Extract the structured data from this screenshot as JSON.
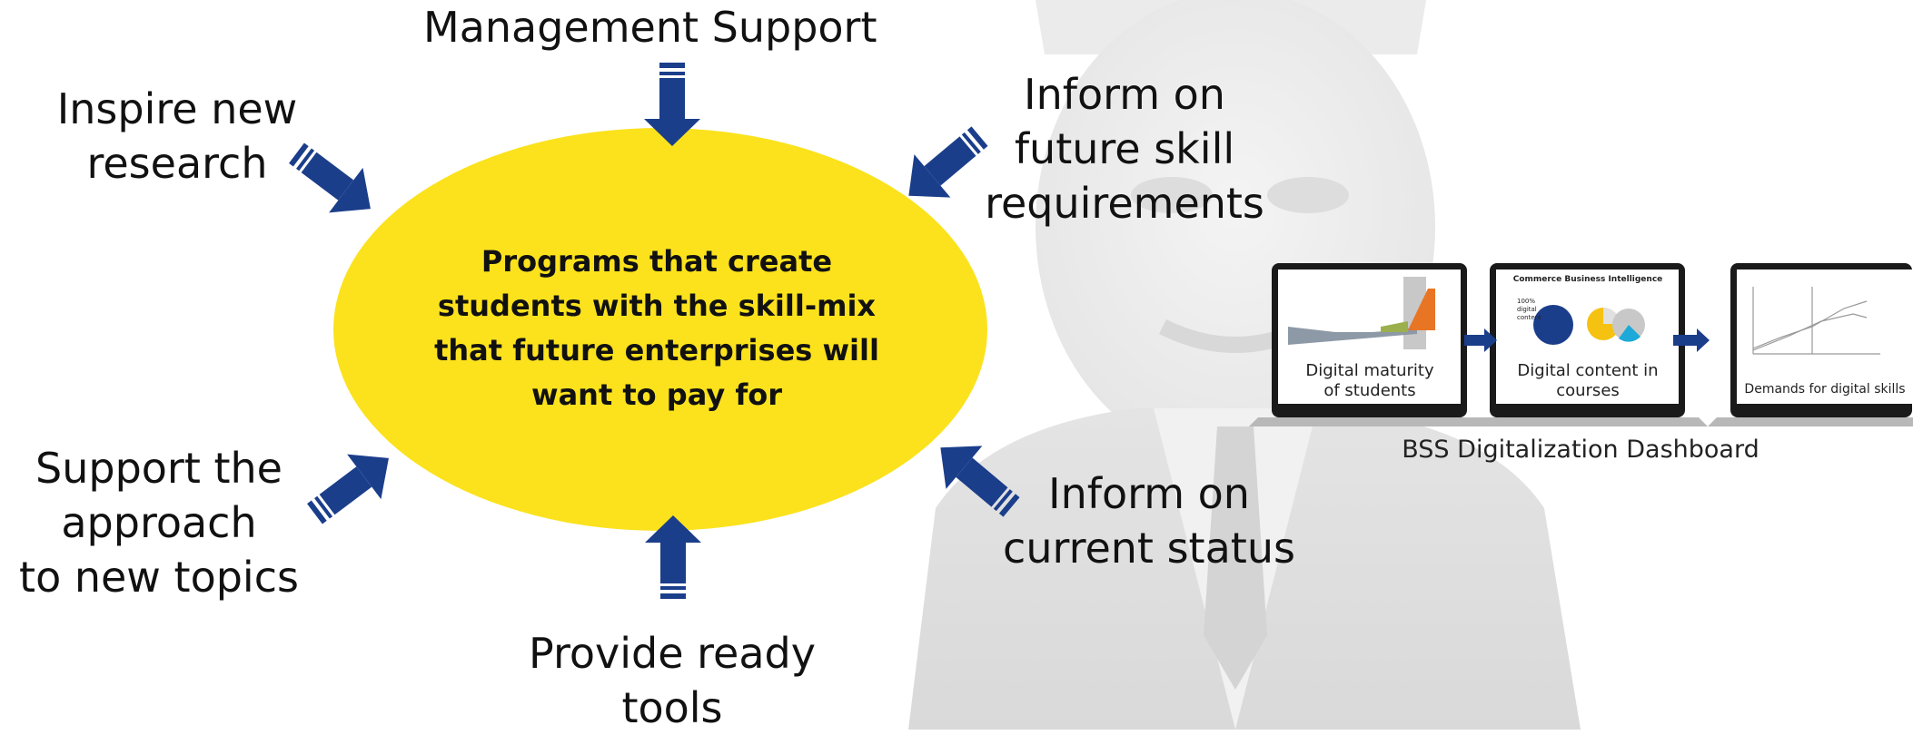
{
  "center": {
    "text": "Programs that create students with the skill-mix that future enterprises will want to pay for",
    "fill": "#FBE21D"
  },
  "arrow_color": "#1B3E8B",
  "inputs": {
    "management_support": "Management Support",
    "inspire_research": [
      "Inspire new",
      "research"
    ],
    "future_skills": [
      "Inform on",
      "future skill",
      "requirements"
    ],
    "support_approach": [
      "Support the",
      "approach",
      "to new topics"
    ],
    "current_status": [
      "Inform on",
      "current status"
    ],
    "ready_tools": [
      "Provide ready",
      "tools"
    ]
  },
  "dashboard": {
    "caption": "BSS Digitalization Dashboard",
    "screens": [
      {
        "label": [
          "Digital maturity",
          "of students"
        ]
      },
      {
        "label": [
          "Digital content in",
          "courses"
        ],
        "chart_title": "Commerce Business Intelligence",
        "note": "100% digital content"
      },
      {
        "label": [
          "Demands for digital skills"
        ]
      }
    ]
  }
}
